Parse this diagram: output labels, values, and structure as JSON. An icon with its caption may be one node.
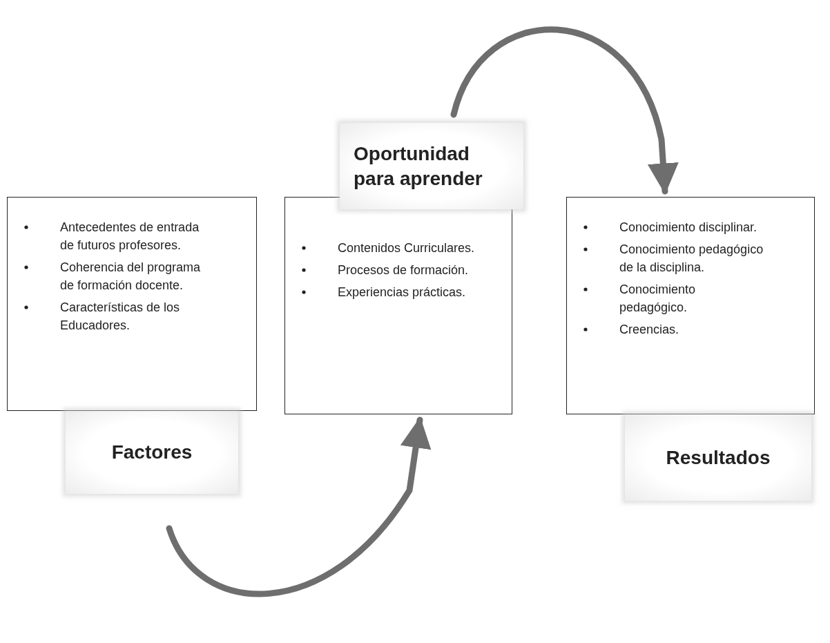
{
  "diagram": {
    "nodes": [
      {
        "text": [
          "Antecedentes de entrada de futuros profesores.",
          "Coherencia del programa de formación docente.",
          "Características de los Educadores."
        ]
      },
      {
        "text": [
          "Factores"
        ]
      },
      {
        "text": [
          "Contenidos Curriculares.",
          "Procesos de formación.",
          "Experiencias prácticas."
        ]
      },
      {
        "text": [
          "Oportunidad para aprender"
        ]
      },
      {
        "text": [
          "Conocimiento disciplinar.",
          "Conocimiento pedagógico de la disciplina.",
          "Conocimiento pedagógico.",
          "Creencias."
        ]
      },
      {
        "text": [
          "Resultados"
        ]
      }
    ],
    "edges": [
      {
        "from": 1,
        "to": 2,
        "arrow": "to"
      },
      {
        "from": 3,
        "to": 4,
        "arrow": "to"
      }
    ]
  }
}
